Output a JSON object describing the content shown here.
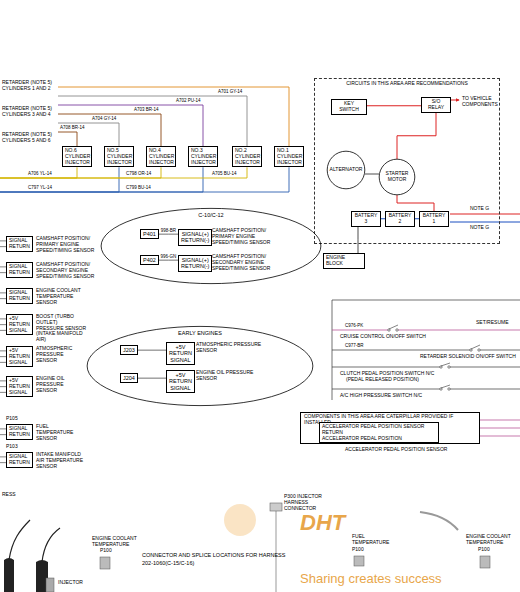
{
  "diagram": {
    "nodes": [
      {
        "text": [
          "CIRCUITS IN THIS AREA ARE RECOMMENDATIONS"
        ]
      },
      {
        "text": [
          "KEY SWITCH"
        ],
        "in": 0
      },
      {
        "text": [
          "S/O RELAY"
        ],
        "in": 0
      },
      {
        "text": [
          "ALTERNATOR"
        ],
        "in": 0
      },
      {
        "text": [
          "STARTER MOTOR"
        ],
        "in": 0
      },
      {
        "text": [
          "BATTERY 3"
        ],
        "in": 0
      },
      {
        "text": [
          "BATTERY 2"
        ],
        "in": 0
      },
      {
        "text": [
          "BATTERY 1"
        ],
        "in": 0
      },
      {
        "text": [
          "ENGINE BLOCK"
        ]
      },
      {
        "text": [
          "C-10/C-12"
        ]
      },
      {
        "text": [
          "P401"
        ],
        "in": 9
      },
      {
        "text": [
          "SIGNAL(+)",
          "RETURN(-)"
        ],
        "in": 9
      },
      {
        "text": [
          "P402"
        ],
        "in": 9
      },
      {
        "text": [
          "SIGNAL(+)",
          "RETURN(-)"
        ],
        "in": 9
      },
      {
        "text": [
          "EARLY ENGINES"
        ]
      },
      {
        "text": [
          "J203"
        ],
        "in": 14
      },
      {
        "text": [
          "+5V",
          "RETURN",
          "SIGNAL"
        ],
        "in": 14
      },
      {
        "text": [
          "J204"
        ],
        "in": 14
      },
      {
        "text": [
          "+5V",
          "RETURN",
          "SIGNAL"
        ],
        "in": 14
      },
      {
        "text": [
          "SIGNAL",
          "RETURN"
        ]
      },
      {
        "text": [
          "SIGNAL",
          "RETURN"
        ]
      },
      {
        "text": [
          "SIGNAL",
          "RETURN"
        ]
      },
      {
        "text": [
          "+5V",
          "RETURN",
          "SIGNAL"
        ]
      },
      {
        "text": [
          "+5V",
          "RETURN",
          "SIGNAL"
        ]
      },
      {
        "text": [
          "+5V",
          "RETURN",
          "SIGNAL"
        ]
      },
      {
        "text": [
          "SIGNAL",
          "RETURN"
        ]
      },
      {
        "text": [
          "SIGNAL",
          "RETURN"
        ]
      },
      {
        "text": [
          "NO.6 CYLINDER INJECTOR"
        ]
      },
      {
        "text": [
          "NO.5 CYLINDER INJECTOR"
        ]
      },
      {
        "text": [
          "NO.4 CYLINDER INJECTOR"
        ]
      },
      {
        "text": [
          "NO.3 CYLINDER INJECTOR"
        ]
      },
      {
        "text": [
          "NO.2 CYLINDER INJECTOR"
        ]
      },
      {
        "text": [
          "NO.1 CYLINDER INJECTOR"
        ]
      },
      {
        "text": [
          "COMPONENTS IN THIS AREA ARE CATERPILLAR PROVIDED IF INSTALLED"
        ]
      },
      {
        "text": [
          "ACCELERATOR PEDAL POSITION SENSOR RETURN",
          "ACCELERATOR PEDAL POSITION"
        ],
        "in": 33
      }
    ],
    "edges": [
      {
        "from": 1,
        "to": 2,
        "arrow": "none"
      },
      {
        "from": 2,
        "to": 4,
        "arrow": "none"
      },
      {
        "from": 4,
        "to": 7,
        "arrow": "none"
      },
      {
        "from": 5,
        "to": 6,
        "arrow": "none"
      },
      {
        "from": 6,
        "to": 7,
        "arrow": "none"
      },
      {
        "from": 5,
        "to": 8,
        "arrow": "none"
      },
      {
        "from": 3,
        "to": 4,
        "arrow": "none"
      },
      {
        "from": 10,
        "to": 11,
        "label": "998-BR",
        "arrow": "none"
      },
      {
        "from": 12,
        "to": 13,
        "label": "996-GN",
        "arrow": "none"
      },
      {
        "from": 15,
        "to": 16,
        "arrow": "none"
      },
      {
        "from": 17,
        "to": 18,
        "arrow": "none"
      }
    ],
    "labels": [
      "RETARDER (NOTE 5)",
      "CYLINDERS 1 AND 2",
      "RETARDER (NOTE 5)",
      "CYLINDERS 3 AND 4",
      "RETARDER (NOTE 5)",
      "CYLINDERS 5 AND 6",
      "A708 BR-14",
      "A704 GY-14",
      "A703 BR-14",
      "A702 PU-14",
      "A701 GY-14",
      "A706 YL-14",
      "C798 OR-14",
      "A705 BU-14",
      "C797 YL-14",
      "C799 BU-14",
      "CAMSHAFT POSITION/ PRIMARY ENGINE SPEED/TIMING SENSOR",
      "CAMSHAFT POSITION/ SECONDARY ENGINE SPEED/TIMING SENSOR",
      "ENGINE COOLANT TEMPERATURE SENSOR",
      "BOOST (TURBO OUTLET) PRESSURE SENSOR (INTAKE MANIFOLD AIR)",
      "ATMOSPHERIC PRESSURE SENSOR",
      "ENGINE OIL PRESSURE SENSOR",
      "FUEL TEMPERATURE SENSOR",
      "INTAKE MANIFOLD AIR TEMPERATURE SENSOR",
      "P105",
      "P103",
      "CAMSHAFT POSITION/ PRIMARY ENGINE SPEED/TIMING SENSOR",
      "CAMSHAFT POSITION/ SECONDARY ENGINE SPEED/TIMING SENSOR",
      "ATMOSPHERIC PRESSURE SENSOR",
      "ENGINE OIL PRESSURE SENSOR",
      "TO VEHICLE COMPONENTS",
      "NOTE G",
      "NOTE G",
      "SET/RESUME",
      "C976-PK",
      "CRUISE CONTROL ON/OFF SWITCH",
      "C977-BR",
      "RETARDER SOLENOID ON/OFF SWITCH",
      "CLUTCH PEDAL POSITION SWITCH N/C",
      "(PEDAL RELEASED POSITION)",
      "A/C HIGH PRESSURE SWITCH N/C",
      "ACCELERATOR PEDAL POSITION SENSOR",
      "P300 INJECTOR HARNESS CONNECTOR",
      "CONNECTOR AND SPLICE LOCATIONS FOR HARNESS",
      "202-1060(C-15/C-16)",
      "ENGINE COOLANT TEMPERATURE",
      "P100",
      "FUEL TEMPERATURE",
      "P100",
      "ENGINE COOLANT TEMPERATURE",
      "P100",
      "INJECTOR",
      "RESS",
      "DHT",
      "Sharing creates success"
    ]
  }
}
